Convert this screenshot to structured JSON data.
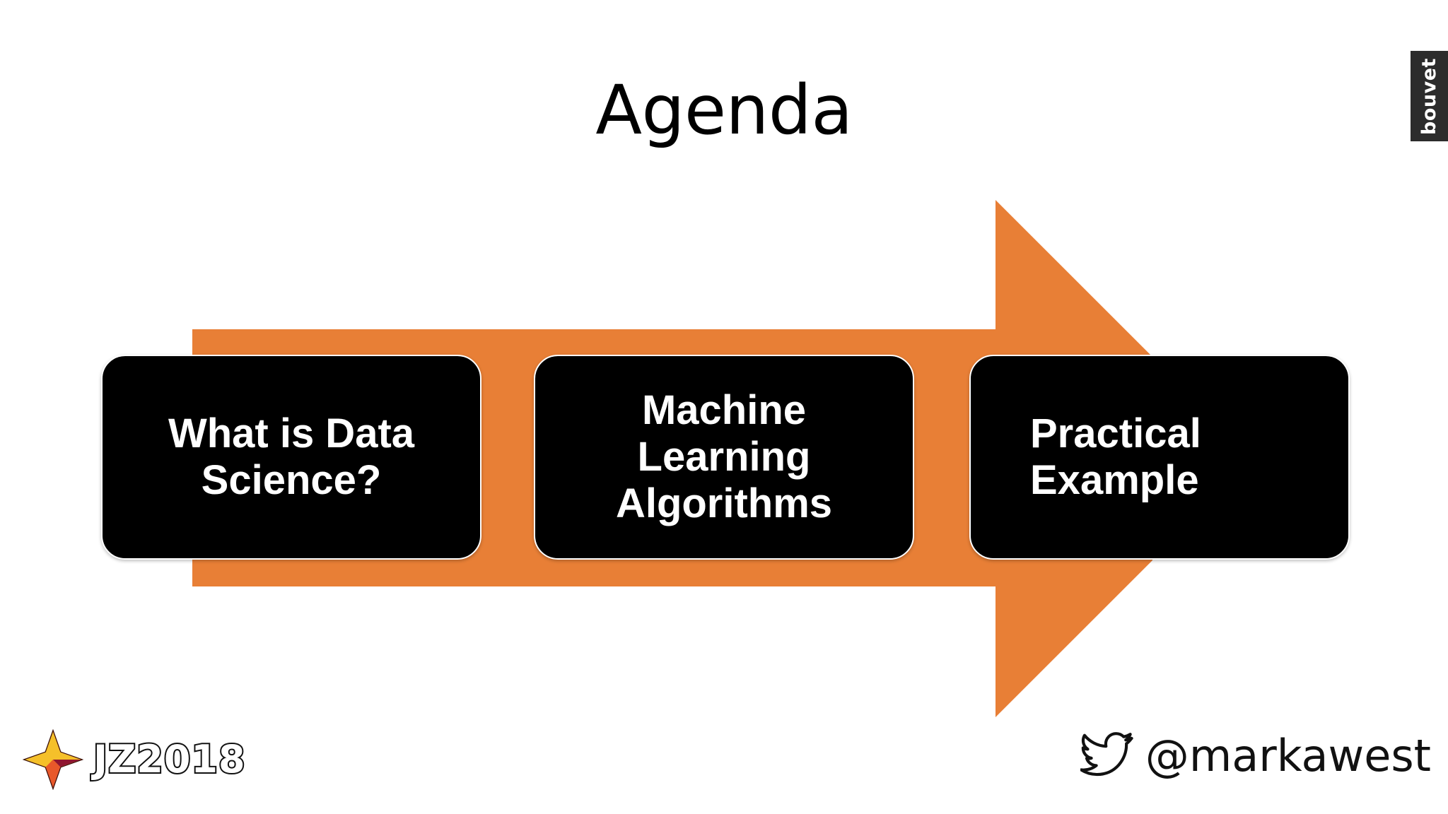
{
  "slide": {
    "title": "Agenda",
    "background_color": "#ffffff",
    "accent_color": "#e87f36"
  },
  "arrow": {
    "name": "right-pointing-process-arrow",
    "color": "#e87f36"
  },
  "agenda_items": [
    {
      "index": 1,
      "label": "What is Data\nScience?",
      "box_color": "#000000",
      "text_color": "#ffffff"
    },
    {
      "index": 2,
      "label": "Machine\nLearning\nAlgorithms",
      "box_color": "#000000",
      "text_color": "#ffffff"
    },
    {
      "index": 3,
      "label": "Practical\nExample",
      "box_color": "#000000",
      "text_color": "#ffffff"
    }
  ],
  "branding": {
    "bouvet": {
      "label": "bouvet",
      "badge_color": "#2c2c2c",
      "text_color": "#ffffff"
    },
    "javazone": {
      "wordmark": "JZ2018",
      "mark_icon": "javazone-star-icon",
      "mark_colors": [
        "#f5c02a",
        "#f08a1c",
        "#c8203c",
        "#8f1530"
      ]
    },
    "twitter": {
      "handle": "@markawest",
      "icon": "twitter-bird-icon",
      "icon_color": "#111111"
    }
  }
}
